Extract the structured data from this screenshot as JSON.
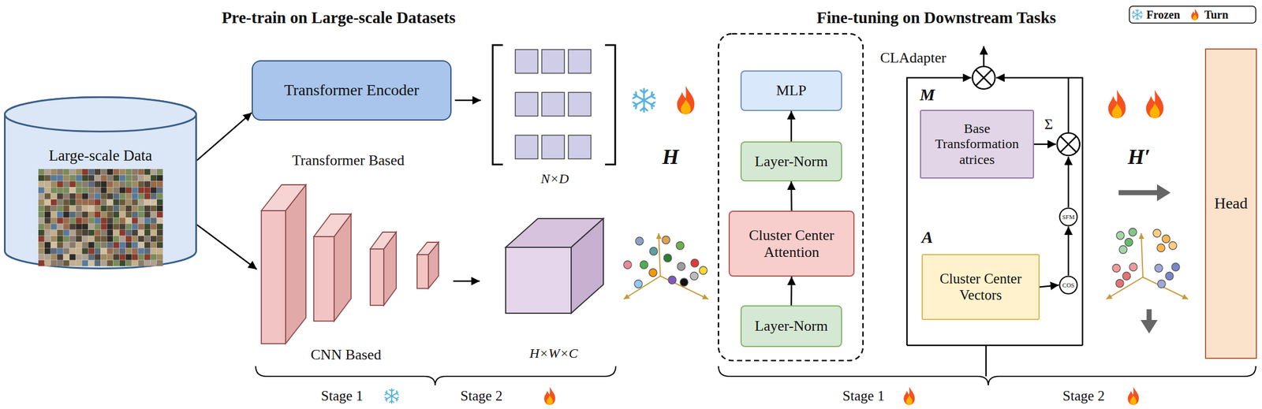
{
  "diagram": {
    "nodes": [
      {
        "text": [
          "Large-scale Data"
        ]
      },
      {
        "text": [
          "Transformer Encoder"
        ]
      },
      {
        "text": [
          "MLP"
        ]
      },
      {
        "text": [
          "Layer-Norm"
        ]
      },
      {
        "text": [
          "Cluster Center Attention"
        ]
      },
      {
        "text": [
          "Layer-Norm"
        ]
      },
      {
        "text": [
          "Base Transformation atrices"
        ]
      },
      {
        "text": [
          "Cluster Center Vectors"
        ]
      },
      {
        "text": [
          "SFM"
        ]
      },
      {
        "text": [
          "COS"
        ]
      },
      {
        "text": [
          "Head"
        ]
      }
    ],
    "edges": [
      {
        "from": 0,
        "to": 1,
        "arrow": "to"
      },
      {
        "from": 5,
        "to": 4,
        "arrow": "to"
      },
      {
        "from": 4,
        "to": 3,
        "arrow": "to"
      },
      {
        "from": 3,
        "to": 2,
        "arrow": "to"
      },
      {
        "from": 7,
        "to": 9,
        "arrow": "to"
      },
      {
        "from": 9,
        "to": 8,
        "arrow": "to"
      }
    ],
    "labels": [
      "Pre-train on Large-scale Datasets",
      "Fine-tuning on Downstream Tasks",
      "Transformer Based",
      "N×D",
      "CNN Based",
      "H×W×C",
      "H",
      "Stage 1",
      "Stage 2",
      "CLAdapter",
      "M",
      "Σ",
      "A",
      "Stage 1",
      "Stage 2",
      "H′"
    ],
    "legend": [
      {
        "text": "Frozen"
      },
      {
        "text": "Turn"
      }
    ]
  }
}
